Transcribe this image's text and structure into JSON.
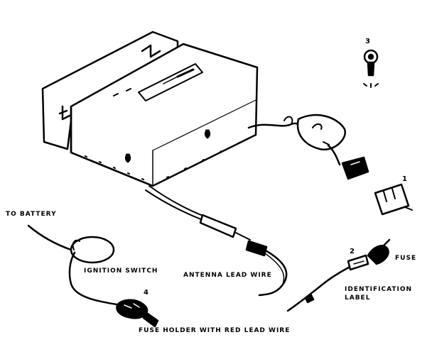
{
  "colors": {
    "ink": "#000000",
    "paper": "#ffffff"
  },
  "labels": {
    "to_battery": "TO BATTERY",
    "ignition_switch": "IGNITION SWITCH",
    "antenna_lead_wire": "ANTENNA LEAD WIRE",
    "fuse_holder": "FUSE HOLDER WITH RED LEAD WIRE",
    "fuse": "FUSE",
    "identification": "IDENTIFICATION",
    "label": "LABEL"
  },
  "callouts": {
    "one": "1",
    "two": "2",
    "three": "3",
    "four": "4"
  }
}
